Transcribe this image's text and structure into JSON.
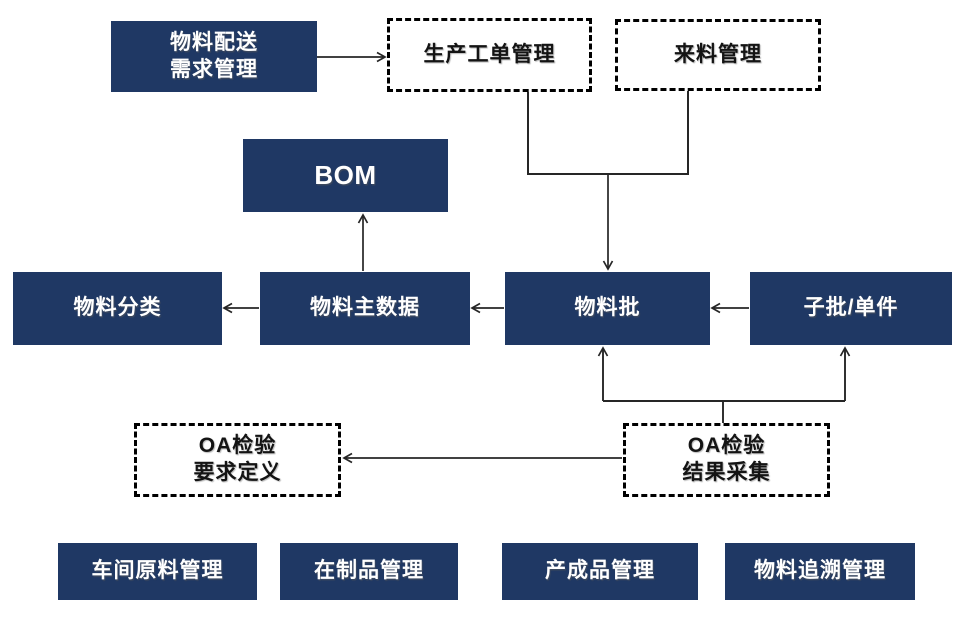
{
  "diagram": {
    "description": "Material management system module diagram",
    "colors": {
      "node_fill": "#1f3864",
      "node_text": "#ffffff",
      "dashed_border": "#000000",
      "dashed_text": "#141414",
      "connector": "#262626",
      "background": "#ffffff"
    },
    "nodes": [
      {
        "id": "material-distribution-demand",
        "label": "物料配送需求管理",
        "lines": [
          "物料配送",
          "需求管理"
        ],
        "style": "solid"
      },
      {
        "id": "production-work-order",
        "label": "生产工单管理",
        "style": "dashed"
      },
      {
        "id": "incoming-material",
        "label": "来料管理",
        "style": "dashed"
      },
      {
        "id": "bom",
        "label": "BOM",
        "style": "solid"
      },
      {
        "id": "material-classification",
        "label": "物料分类",
        "style": "solid"
      },
      {
        "id": "material-master-data",
        "label": "物料主数据",
        "style": "solid"
      },
      {
        "id": "material-batch",
        "label": "物料批",
        "style": "solid"
      },
      {
        "id": "sub-batch-unit",
        "label": "子批/单件",
        "style": "solid"
      },
      {
        "id": "oa-inspection-requirement-definition",
        "label": "OA检验要求定义",
        "lines": [
          "OA检验",
          "要求定义"
        ],
        "style": "dashed"
      },
      {
        "id": "oa-inspection-result-collection",
        "label": "OA检验结果采集",
        "lines": [
          "OA检验",
          "结果采集"
        ],
        "style": "dashed"
      },
      {
        "id": "workshop-raw-material-mgmt",
        "label": "车间原料管理",
        "style": "solid"
      },
      {
        "id": "wip-mgmt",
        "label": "在制品管理",
        "style": "solid"
      },
      {
        "id": "finished-goods-mgmt",
        "label": "产成品管理",
        "style": "solid"
      },
      {
        "id": "material-traceability-mgmt",
        "label": "物料追溯管理",
        "style": "solid"
      }
    ],
    "edges": [
      {
        "from": "物料配送需求管理",
        "to": "生产工单管理",
        "type": "arrow"
      },
      {
        "from": "生产工单管理",
        "to": "物料批",
        "type": "arrow"
      },
      {
        "from": "来料管理",
        "to": "物料批",
        "type": "arrow"
      },
      {
        "from": "物料主数据",
        "to": "BOM",
        "type": "arrow"
      },
      {
        "from": "物料主数据",
        "to": "物料分类",
        "type": "arrow"
      },
      {
        "from": "物料批",
        "to": "物料主数据",
        "type": "arrow"
      },
      {
        "from": "子批/单件",
        "to": "物料批",
        "type": "arrow"
      },
      {
        "from": "OA检验结果采集",
        "to": "物料批",
        "type": "arrow"
      },
      {
        "from": "OA检验结果采集",
        "to": "子批/单件",
        "type": "arrow"
      },
      {
        "from": "OA检验结果采集",
        "to": "OA检验要求定义",
        "type": "arrow"
      }
    ]
  }
}
